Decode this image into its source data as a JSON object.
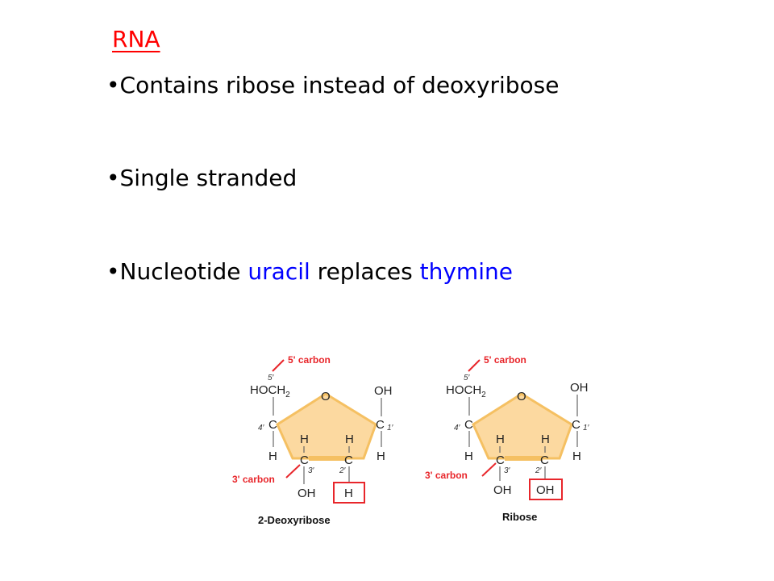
{
  "slide": {
    "title": "RNA",
    "bullets": [
      {
        "prefix": "•Contains ribose instead of deoxyribose"
      },
      {
        "prefix": "•Single stranded"
      },
      {
        "prefix": "•Nucleotide ",
        "highlight1": "uracil",
        "middle": " replaces ",
        "highlight2": "thymine"
      }
    ]
  },
  "colors": {
    "title": "#ff0000",
    "highlight": "#0000ff",
    "ring_fill": "#fcd9a0",
    "ring_edge": "#f5c062",
    "callout": "#e8262b"
  },
  "diagram": {
    "left": {
      "caption": "2-Deoxyribose",
      "callout_top": "5' carbon",
      "callout_bottom": "3' carbon",
      "group_5": "HOCH",
      "group_5_sub": "2",
      "ring_o": "O",
      "top_right": "OH",
      "c": "C",
      "h": "H",
      "bottom_left": "OH",
      "bottom_right": "H",
      "n5": "5′",
      "n4": "4′",
      "n3": "3′",
      "n2": "2′",
      "n1": "1′"
    },
    "right": {
      "caption": "Ribose",
      "callout_top": "5' carbon",
      "callout_bottom": "3' carbon",
      "group_5": "HOCH",
      "group_5_sub": "2",
      "ring_o": "O",
      "top_right": "OH",
      "c": "C",
      "h": "H",
      "bottom_left": "OH",
      "bottom_right": "OH",
      "n5": "5′",
      "n4": "4′",
      "n3": "3′",
      "n2": "2′",
      "n1": "1′"
    }
  }
}
